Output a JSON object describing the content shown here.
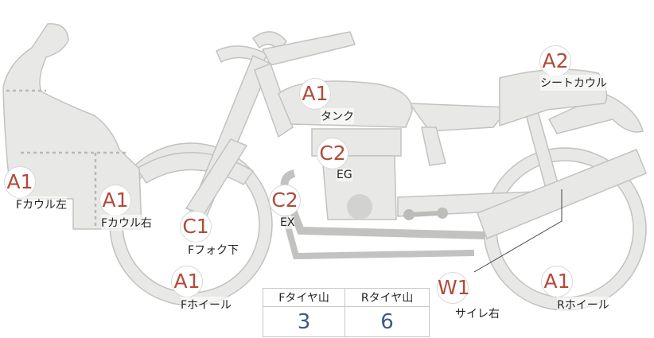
{
  "parts": [
    {
      "id": "f-cowl-left",
      "code": "A1",
      "label": "Fカウル左"
    },
    {
      "id": "f-cowl-right",
      "code": "A1",
      "label": "Fカウル右"
    },
    {
      "id": "f-fork-lower",
      "code": "C1",
      "label": "Fフォク下"
    },
    {
      "id": "f-wheel",
      "code": "A1",
      "label": "Fホイール"
    },
    {
      "id": "tank",
      "code": "A1",
      "label": "タンク"
    },
    {
      "id": "engine",
      "code": "C2",
      "label": "EG"
    },
    {
      "id": "exhaust",
      "code": "C2",
      "label": "EX"
    },
    {
      "id": "seat-cowl",
      "code": "A2",
      "label": "シートカウル"
    },
    {
      "id": "silencer-right",
      "code": "W1",
      "label": "サイレ右"
    },
    {
      "id": "r-wheel",
      "code": "A1",
      "label": "Rホイール"
    }
  ],
  "tread": {
    "headers": [
      "Fタイヤ山",
      "Rタイヤ山"
    ],
    "values": [
      "3",
      "6"
    ]
  },
  "colors": {
    "body_fill": "#e8e8e6",
    "outline": "#bdbdbb",
    "code_text": "#b24a3a",
    "value_text": "#3b5a8c"
  }
}
